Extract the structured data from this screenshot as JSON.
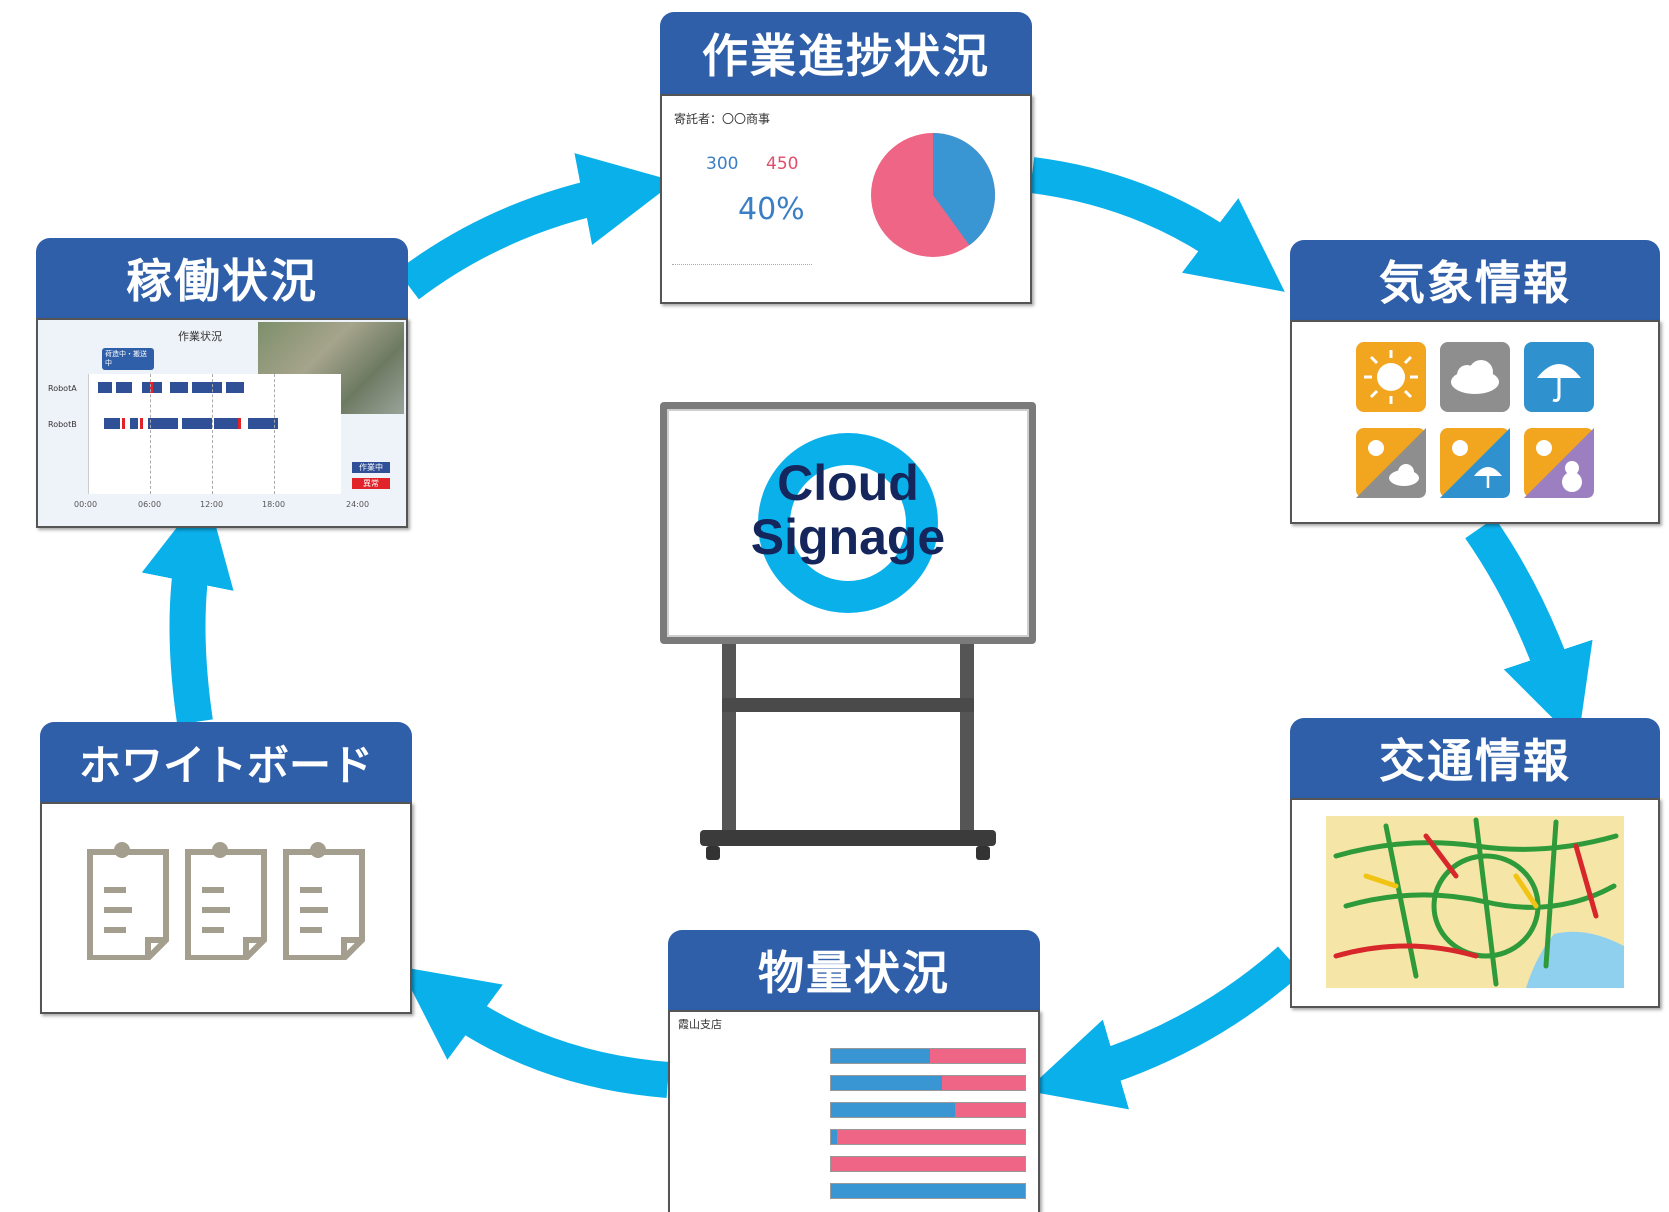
{
  "center": {
    "line1": "Cloud",
    "line2": "Signage"
  },
  "cards": {
    "progress": {
      "title": "作業進捗状況",
      "client": "寄託者：〇〇商事",
      "value_done": "300",
      "value_total": "450",
      "percent": "40%",
      "pie": {
        "blue_fraction": 0.4,
        "blue": "#3a96d2",
        "red": "#ee6585"
      }
    },
    "weather": {
      "title": "気象情報",
      "icons": [
        "sun-icon",
        "cloud-icon",
        "umbrella-icon",
        "sun-cloud-icon",
        "sun-umbrella-icon",
        "sun-snowman-icon"
      ]
    },
    "operation": {
      "title": "稼働状況",
      "chart_title": "作業状況",
      "callout": "荷造中・搬送中",
      "rows": [
        "RobotA",
        "RobotB"
      ],
      "times": [
        "00:00",
        "06:00",
        "12:00",
        "18:00",
        "24:00"
      ],
      "legend": [
        "作業中",
        "異常"
      ]
    },
    "traffic": {
      "title": "交通情報"
    },
    "whiteboard": {
      "title": "ホワイトボード"
    },
    "volume": {
      "title": "物量状況",
      "store": "霞山支店",
      "bars": [
        0.51,
        0.57,
        0.64,
        0.03,
        0.0,
        1.0
      ]
    }
  },
  "colors": {
    "header": "#2f5fa8",
    "arrow": "#0ab0ea",
    "ring": "#0ab0ea",
    "navy": "#14265c"
  }
}
